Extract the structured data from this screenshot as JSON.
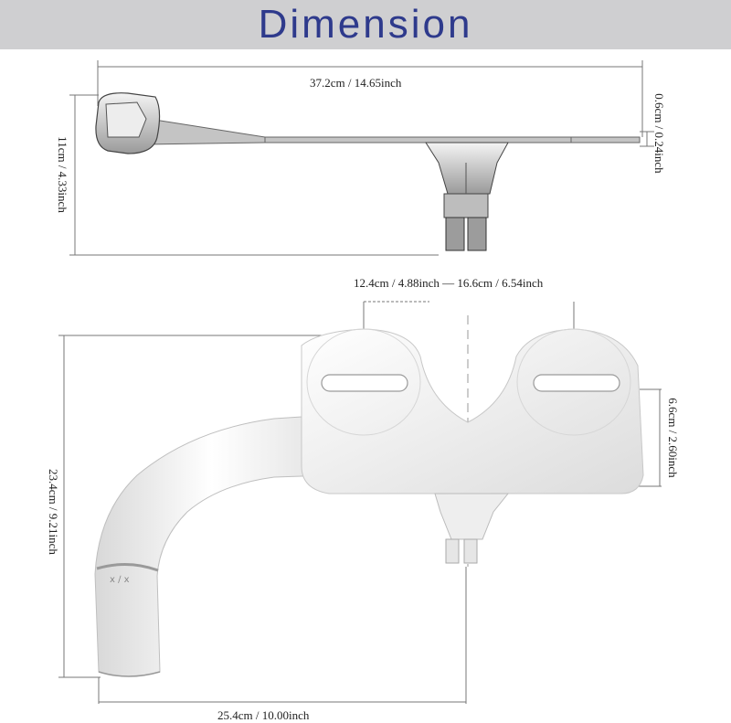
{
  "header": {
    "title": "Dimension"
  },
  "top_view": {
    "length": "37.2cm / 14.65inch",
    "height": "11cm / 4.33inch",
    "thickness": "0.6cm / 0.24inch"
  },
  "front_view": {
    "hole_to_hole": "12.4cm / 4.88inch — 16.6cm / 6.54inch",
    "plate_height": "6.6cm / 2.60inch",
    "total_height": "23.4cm / 9.21inch",
    "total_width": "25.4cm / 10.00inch"
  },
  "colors": {
    "banner": "#cfcfd1",
    "title": "#2e3a8c"
  }
}
